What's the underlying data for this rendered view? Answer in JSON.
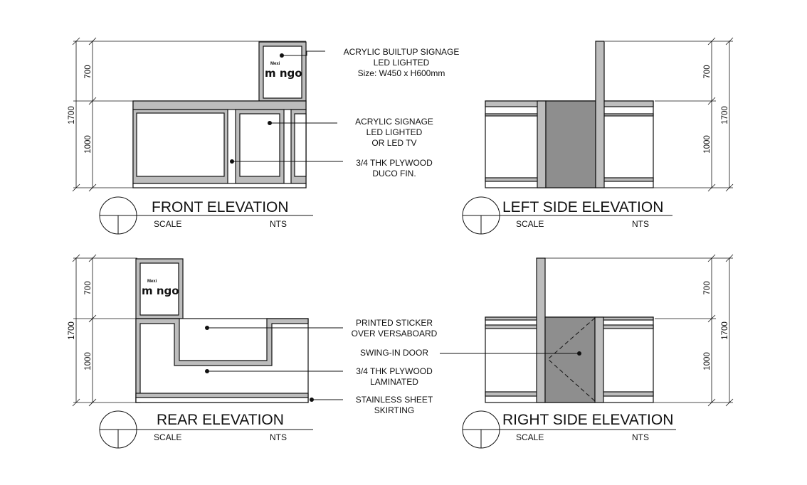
{
  "views": {
    "front": {
      "title": "FRONT ELEVATION",
      "scale_label": "SCALE",
      "scale_value": "NTS"
    },
    "left": {
      "title": "LEFT SIDE ELEVATION",
      "scale_label": "SCALE",
      "scale_value": "NTS"
    },
    "rear": {
      "title": "REAR ELEVATION",
      "scale_label": "SCALE",
      "scale_value": "NTS"
    },
    "right": {
      "title": "RIGHT SIDE ELEVATION",
      "scale_label": "SCALE",
      "scale_value": "NTS"
    }
  },
  "dimensions": {
    "upper": "700",
    "total": "1700",
    "lower": "1000"
  },
  "logo": {
    "text": "m ngo",
    "small": "Mexi"
  },
  "notes": {
    "front": [
      [
        "ACRYLIC BUILTUP SIGNAGE",
        "LED LIGHTED",
        "Size: W450 x H600mm"
      ],
      [
        "ACRYLIC SIGNAGE",
        "LED LIGHTED",
        "OR LED TV"
      ],
      [
        "3/4 THK PLYWOOD",
        "DUCO FIN."
      ]
    ],
    "rear": [
      [
        "PRINTED STICKER",
        "OVER VERSABOARD"
      ],
      [
        "SWING-IN DOOR"
      ],
      [
        "3/4 THK PLYWOOD",
        "LAMINATED"
      ],
      [
        "STAINLESS SHEET",
        "SKIRTING"
      ]
    ]
  }
}
